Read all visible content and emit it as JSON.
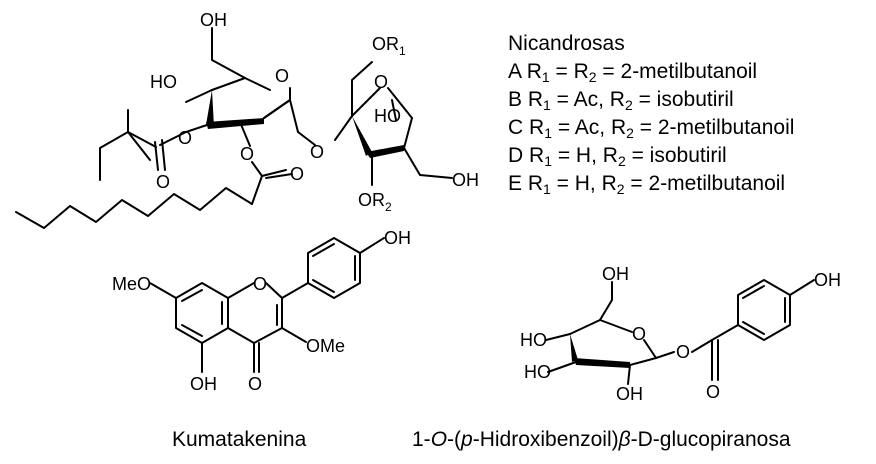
{
  "structures": {
    "nicandrosa": {
      "atoms": {
        "oh_top": "OH",
        "ho_ring": "HO",
        "o_ring1": "O",
        "o_acyl1_ring": "O",
        "o_acyl1_carbonyl": "O",
        "o_acyl2_ring": "O",
        "o_acyl2_carbonyl": "O",
        "o_glyco": "O",
        "or1": "OR",
        "or1_sub": "1",
        "o_ring2": "O",
        "ho_furan": "HO",
        "oh_right": "OH",
        "or2": "OR",
        "or2_sub": "2"
      }
    },
    "kumatakenina": {
      "atoms": {
        "meo": "MeO",
        "o_ring": "O",
        "oh_phenyl": "OH",
        "ome": "OMe",
        "oh_bottom": "OH",
        "o_carbonyl": "O"
      }
    },
    "glucopiranosa": {
      "atoms": {
        "oh_top": "OH",
        "ho_upper": "HO",
        "ho_lower": "HO",
        "o_ring": "O",
        "oh_ring": "OH",
        "o_ester": "O",
        "o_carbonyl": "O",
        "oh_phenyl": "OH"
      }
    }
  },
  "legend": {
    "title": "Nicandrosas",
    "rows": [
      {
        "letter": "A",
        "sym1": "R",
        "sub1": "1",
        "mid": " = ",
        "sym2": "R",
        "sub2": "2",
        "rest": " = 2-metilbutanoil"
      },
      {
        "letter": "B",
        "sym1": "R",
        "sub1": "1",
        "mid": " = Ac, ",
        "sym2": "R",
        "sub2": "2",
        "rest": " = isobutiril"
      },
      {
        "letter": "C",
        "sym1": "R",
        "sub1": "1",
        "mid": " = Ac, ",
        "sym2": "R",
        "sub2": "2",
        "rest": " = 2-metilbutanoil"
      },
      {
        "letter": "D",
        "sym1": "R",
        "sub1": "1",
        "mid": " = H, ",
        "sym2": "R",
        "sub2": "2",
        "rest": " = isobutiril"
      },
      {
        "letter": "E",
        "sym1": "R",
        "sub1": "1",
        "mid": " = H, ",
        "sym2": "R",
        "sub2": "2",
        "rest": " = 2-metilbutanoil"
      }
    ]
  },
  "captions": {
    "kumatakenina": "Kumatakenina",
    "gluco_prefix": "1-",
    "gluco_italic_o": "O",
    "gluco_mid1": "-(",
    "gluco_italic_p": "p",
    "gluco_mid2": "-Hidroxibenzoil)",
    "gluco_beta": "β",
    "gluco_rest": "-D-glucopiranosa"
  }
}
